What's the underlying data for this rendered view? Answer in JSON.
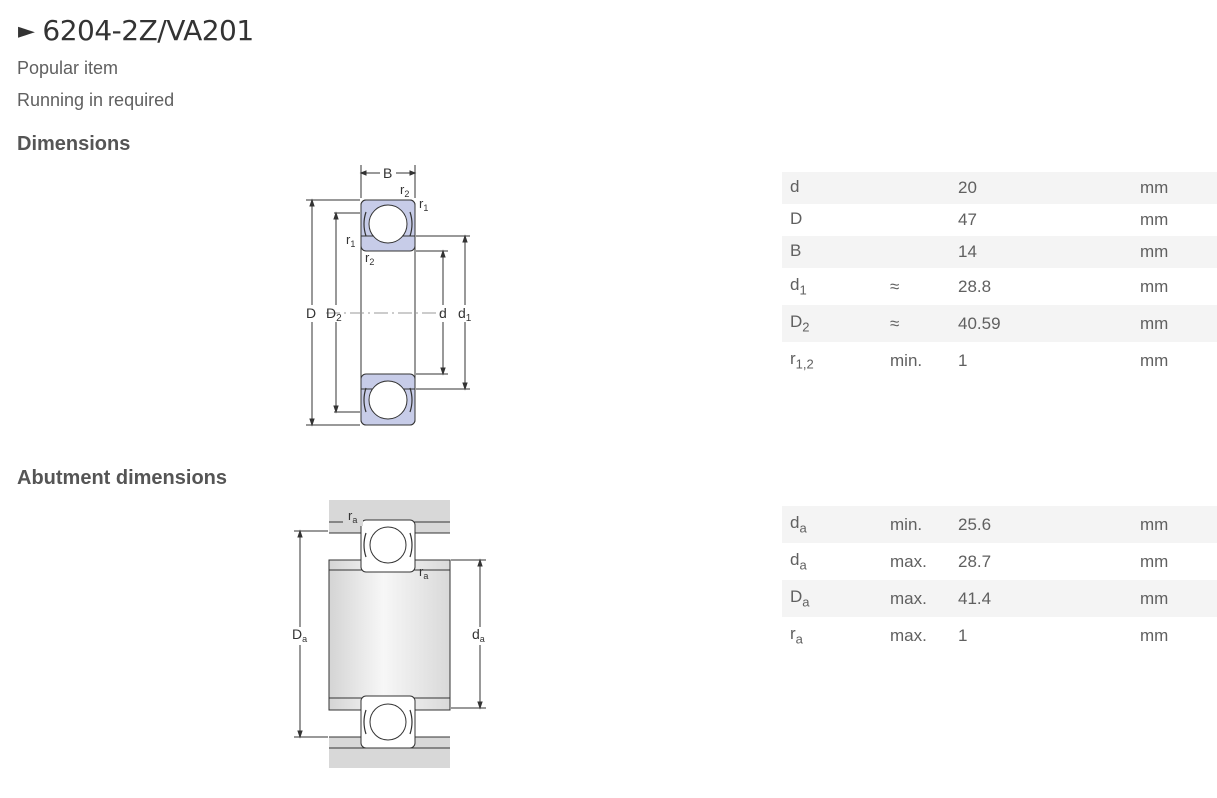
{
  "header": {
    "title_marker": "►",
    "title": "6204-2Z/VA201",
    "tags": [
      "Popular item",
      "Running in required"
    ]
  },
  "dimensions": {
    "heading": "Dimensions",
    "diagram_labels": {
      "B": "B",
      "D": "D",
      "D2": "D",
      "D2_sub": "2",
      "d": "d",
      "d1": "d",
      "d1_sub": "1",
      "r": "r",
      "r1_sub": "1",
      "r2_sub": "2"
    },
    "rows": [
      {
        "symbol": "d",
        "sub": "",
        "qualifier": "",
        "value": "20",
        "unit": "mm"
      },
      {
        "symbol": "D",
        "sub": "",
        "qualifier": "",
        "value": "47",
        "unit": "mm"
      },
      {
        "symbol": "B",
        "sub": "",
        "qualifier": "",
        "value": "14",
        "unit": "mm"
      },
      {
        "symbol": "d",
        "sub": "1",
        "qualifier": "≈",
        "value": "28.8",
        "unit": "mm"
      },
      {
        "symbol": "D",
        "sub": "2",
        "qualifier": "≈",
        "value": "40.59",
        "unit": "mm"
      },
      {
        "symbol": "r",
        "sub": "1,2",
        "qualifier": "min.",
        "value": "1",
        "unit": "mm"
      }
    ]
  },
  "abutment": {
    "heading": "Abutment dimensions",
    "diagram_labels": {
      "D": "D",
      "d": "d",
      "r": "r",
      "sub": "a"
    },
    "rows": [
      {
        "symbol": "d",
        "sub": "a",
        "qualifier": "min.",
        "value": "25.6",
        "unit": "mm"
      },
      {
        "symbol": "d",
        "sub": "a",
        "qualifier": "max.",
        "value": "28.7",
        "unit": "mm"
      },
      {
        "symbol": "D",
        "sub": "a",
        "qualifier": "max.",
        "value": "41.4",
        "unit": "mm"
      },
      {
        "symbol": "r",
        "sub": "a",
        "qualifier": "max.",
        "value": "1",
        "unit": "mm"
      }
    ]
  },
  "colors": {
    "ring_fill": "#c7cce8",
    "shaft_fill": "#e6e6e6",
    "row_shade": "#f4f4f4",
    "text": "#606060"
  }
}
